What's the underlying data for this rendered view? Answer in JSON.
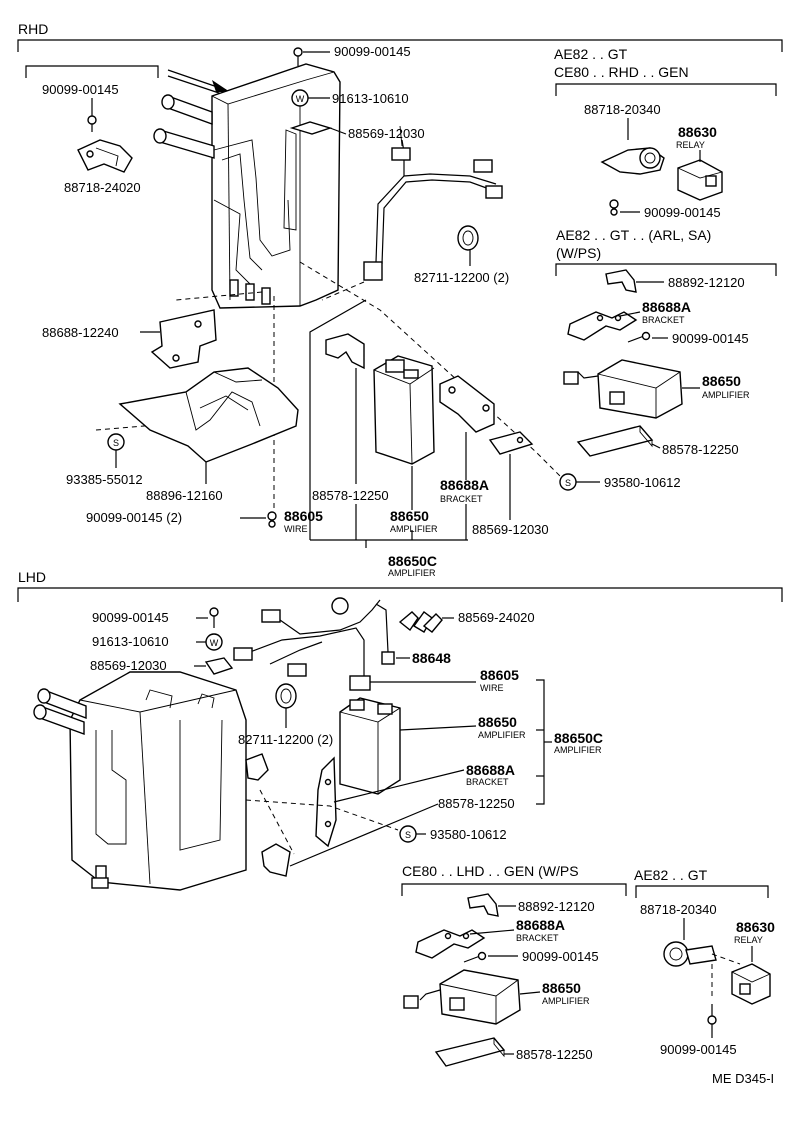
{
  "sections": {
    "rhd": "RHD",
    "lhd": "LHD"
  },
  "variants": {
    "rhd_gt_1": "AE82 . . GT",
    "rhd_gt_2": "CE80 . . RHD . . GEN",
    "rhd_arl_1": "AE82 . . GT . . (ARL, SA)",
    "rhd_arl_2": "(W/PS)",
    "lhd_gen": "CE80 . . LHD . . GEN (W/PS",
    "lhd_gt": "AE82 . . GT"
  },
  "parts": {
    "p90099_00145": "90099-00145",
    "p90099_00145_x2": "90099-00145 (2)",
    "p91613_10610": "91613-10610",
    "p88569_12030": "88569-12030",
    "p88718_24020": "88718-24020",
    "p88718_20340": "88718-20340",
    "p88630": "88630",
    "p82711_12200": "82711-12200 (2)",
    "p88892_12120": "88892-12120",
    "p88688A": "88688A",
    "p88688_12240": "88688-12240",
    "p88650": "88650",
    "p88578_12250": "88578-12250",
    "p93385_55012": "93385-55012",
    "p88896_12160": "88896-12160",
    "p93580_10612": "93580-10612",
    "p88605": "88605",
    "p88650C": "88650C",
    "p88569_24020": "88569-24020",
    "p88648": "88648"
  },
  "descriptions": {
    "relay": "RELAY",
    "bracket": "BRACKET",
    "amplifier": "AMPLIFIER",
    "wire": "WIRE"
  },
  "symbols": {
    "w": "W",
    "s": "S"
  },
  "footer": {
    "code": "ME D345-I"
  }
}
